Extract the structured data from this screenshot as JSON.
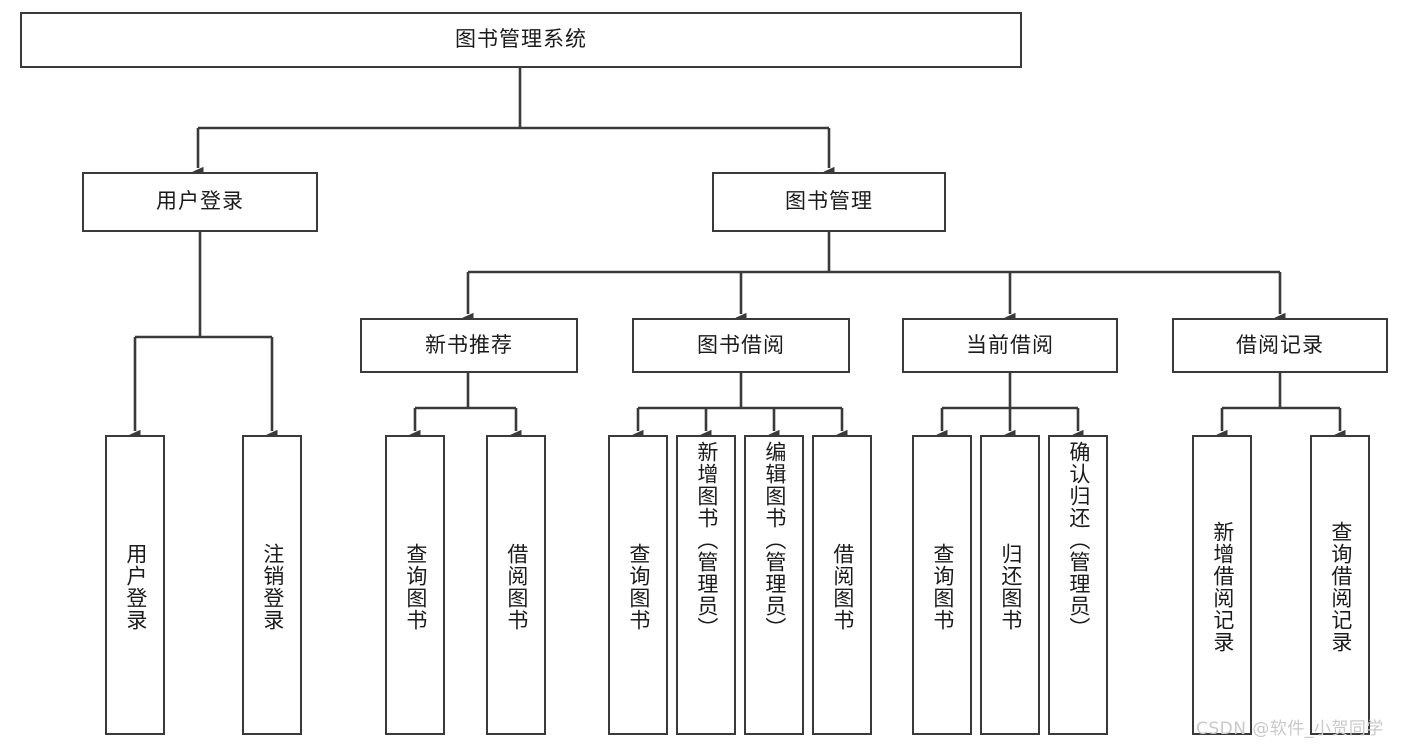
{
  "diagram": {
    "type": "tree-hierarchy",
    "title": "图书管理系统",
    "root": {
      "label": "图书管理系统",
      "orientation": "horizontal"
    },
    "level2": [
      {
        "label": "用户登录",
        "orientation": "horizontal"
      },
      {
        "label": "图书管理",
        "orientation": "horizontal"
      }
    ],
    "level3": [
      {
        "label": "新书推荐",
        "orientation": "horizontal",
        "parent": "图书管理"
      },
      {
        "label": "图书借阅",
        "orientation": "horizontal",
        "parent": "图书管理"
      },
      {
        "label": "当前借阅",
        "orientation": "horizontal",
        "parent": "图书管理"
      },
      {
        "label": "借阅记录",
        "orientation": "horizontal",
        "parent": "图书管理"
      }
    ],
    "leaves": {
      "user_login": [
        {
          "label": "用户登录",
          "orientation": "vertical"
        },
        {
          "label": "注销登录",
          "orientation": "vertical"
        }
      ],
      "new_book_recommend": [
        {
          "label": "查询图书",
          "orientation": "vertical"
        },
        {
          "label": "借阅图书",
          "orientation": "vertical"
        }
      ],
      "book_borrow": [
        {
          "label": "查询图书",
          "orientation": "vertical"
        },
        {
          "label": "新增图书（管理员）",
          "orientation": "vertical"
        },
        {
          "label": "编辑图书（管理员）",
          "orientation": "vertical"
        },
        {
          "label": "借阅图书",
          "orientation": "vertical"
        }
      ],
      "current_borrow": [
        {
          "label": "查询图书",
          "orientation": "vertical"
        },
        {
          "label": "归还图书",
          "orientation": "vertical"
        },
        {
          "label": "确认归还（管理员）",
          "orientation": "vertical"
        }
      ],
      "borrow_record": [
        {
          "label": "新增借阅记录",
          "orientation": "vertical"
        },
        {
          "label": "查询借阅记录",
          "orientation": "vertical"
        }
      ]
    }
  },
  "watermark": {
    "text": "CSDN @软件_小贺同学"
  },
  "colors": {
    "border": "#3a3a3a",
    "text": "#1b1b1b",
    "background": "#ffffff",
    "watermark": "#c9c9c9"
  }
}
